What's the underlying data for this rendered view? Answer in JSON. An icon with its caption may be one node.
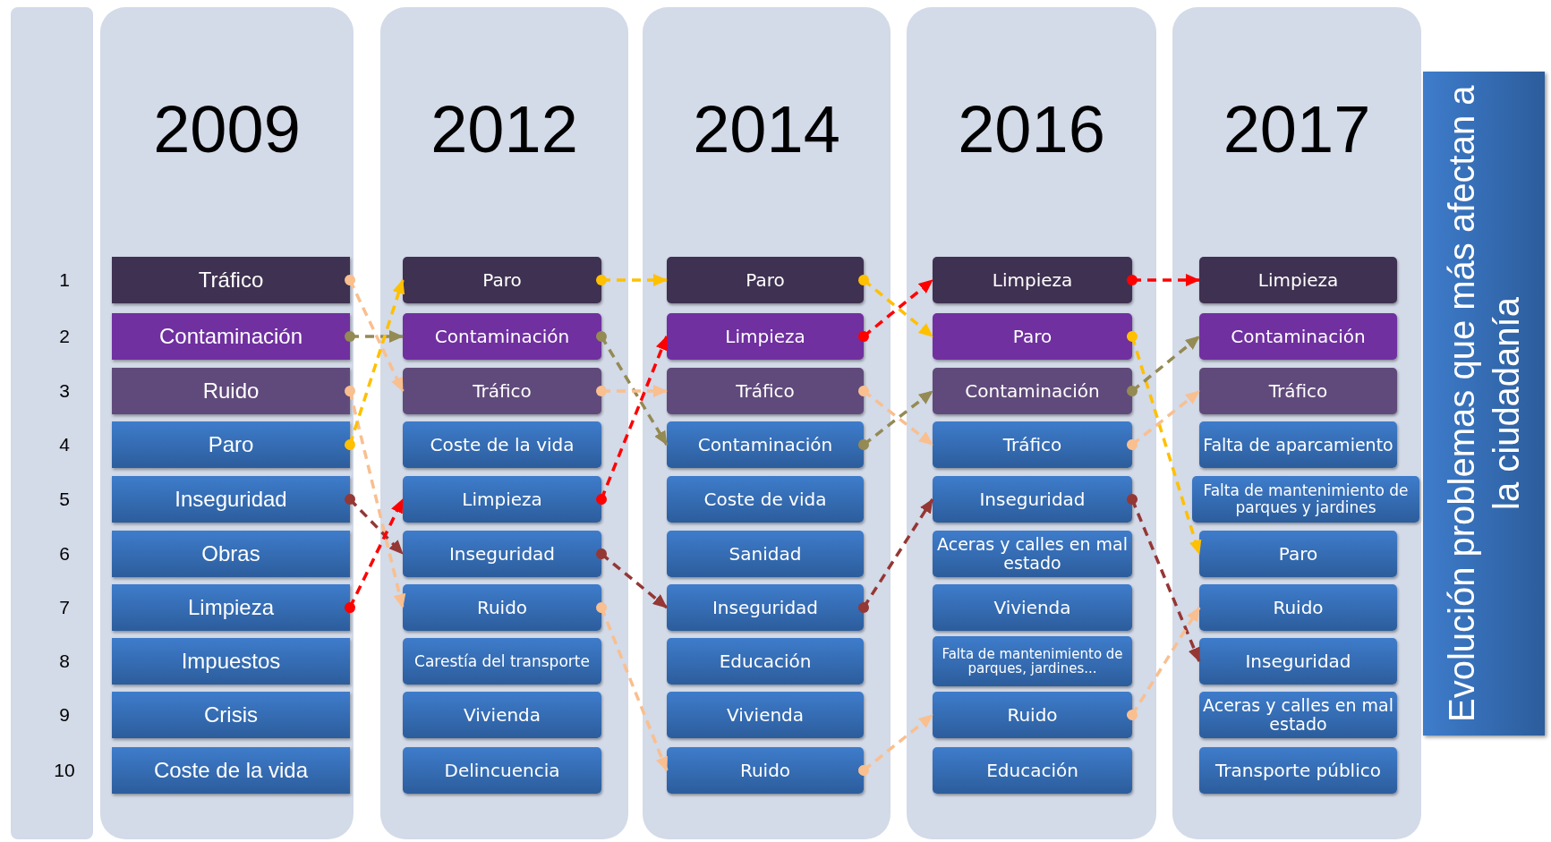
{
  "diagram": {
    "title": "Evolución problemas que más afectan a la ciudadanía",
    "nodes": [
      {
        "text": [
          "2009"
        ]
      },
      {
        "text": [
          "Tráfico"
        ],
        "in": 0
      },
      {
        "text": [
          "Contaminación"
        ],
        "in": 0
      },
      {
        "text": [
          "Ruido"
        ],
        "in": 0
      },
      {
        "text": [
          "Paro"
        ],
        "in": 0
      },
      {
        "text": [
          "Inseguridad"
        ],
        "in": 0
      },
      {
        "text": [
          "Obras"
        ],
        "in": 0
      },
      {
        "text": [
          "Limpieza"
        ],
        "in": 0
      },
      {
        "text": [
          "Impuestos"
        ],
        "in": 0
      },
      {
        "text": [
          "Crisis"
        ],
        "in": 0
      },
      {
        "text": [
          "Coste de la vida"
        ],
        "in": 0
      },
      {
        "text": [
          "2012"
        ]
      },
      {
        "text": [
          "Paro"
        ],
        "in": 11
      },
      {
        "text": [
          "Contaminación"
        ],
        "in": 11
      },
      {
        "text": [
          "Tráfico"
        ],
        "in": 11
      },
      {
        "text": [
          "Coste de la vida"
        ],
        "in": 11
      },
      {
        "text": [
          "Limpieza"
        ],
        "in": 11
      },
      {
        "text": [
          "Inseguridad"
        ],
        "in": 11
      },
      {
        "text": [
          "Ruido"
        ],
        "in": 11
      },
      {
        "text": [
          "Carestía del transporte"
        ],
        "in": 11
      },
      {
        "text": [
          "Vivienda"
        ],
        "in": 11
      },
      {
        "text": [
          "Delincuencia"
        ],
        "in": 11
      },
      {
        "text": [
          "2014"
        ]
      },
      {
        "text": [
          "Paro"
        ],
        "in": 22
      },
      {
        "text": [
          "Limpieza"
        ],
        "in": 22
      },
      {
        "text": [
          "Tráfico"
        ],
        "in": 22
      },
      {
        "text": [
          "Contaminación"
        ],
        "in": 22
      },
      {
        "text": [
          "Coste de vida"
        ],
        "in": 22
      },
      {
        "text": [
          "Sanidad"
        ],
        "in": 22
      },
      {
        "text": [
          "Inseguridad"
        ],
        "in": 22
      },
      {
        "text": [
          "Educación"
        ],
        "in": 22
      },
      {
        "text": [
          "Vivienda"
        ],
        "in": 22
      },
      {
        "text": [
          "Ruido"
        ],
        "in": 22
      },
      {
        "text": [
          "2016"
        ]
      },
      {
        "text": [
          "Limpieza"
        ],
        "in": 33
      },
      {
        "text": [
          "Paro"
        ],
        "in": 33
      },
      {
        "text": [
          "Contaminación"
        ],
        "in": 33
      },
      {
        "text": [
          "Tráfico"
        ],
        "in": 33
      },
      {
        "text": [
          "Inseguridad"
        ],
        "in": 33
      },
      {
        "text": [
          "Aceras y calles en mal estado"
        ],
        "in": 33
      },
      {
        "text": [
          "Vivienda"
        ],
        "in": 33
      },
      {
        "text": [
          "Falta de mantenimiento de parques, jardines..."
        ],
        "in": 33
      },
      {
        "text": [
          "Ruido"
        ],
        "in": 33
      },
      {
        "text": [
          "Educación"
        ],
        "in": 33
      },
      {
        "text": [
          "2017"
        ]
      },
      {
        "text": [
          "Limpieza"
        ],
        "in": 44
      },
      {
        "text": [
          "Contaminación"
        ],
        "in": 44
      },
      {
        "text": [
          "Tráfico"
        ],
        "in": 44
      },
      {
        "text": [
          "Falta de aparcamiento"
        ],
        "in": 44
      },
      {
        "text": [
          "Falta de mantenimiento de parques y jardines"
        ],
        "in": 44
      },
      {
        "text": [
          "Paro"
        ],
        "in": 44
      },
      {
        "text": [
          "Ruido"
        ],
        "in": 44
      },
      {
        "text": [
          "Inseguridad"
        ],
        "in": 44
      },
      {
        "text": [
          "Aceras y calles en mal estado"
        ],
        "in": 44
      },
      {
        "text": [
          "Transporte público"
        ],
        "in": 44
      }
    ],
    "edges": [
      {
        "from": 1,
        "to": 14,
        "arrow": "to",
        "style": "dashed",
        "color": "#f9bf8f"
      },
      {
        "from": 2,
        "to": 13,
        "arrow": "to",
        "style": "dashed",
        "color": "#948a54"
      },
      {
        "from": 3,
        "to": 18,
        "arrow": "to",
        "style": "dashed",
        "color": "#f9bf8f"
      },
      {
        "from": 4,
        "to": 12,
        "arrow": "to",
        "style": "dashed",
        "color": "#ffc000"
      },
      {
        "from": 5,
        "to": 17,
        "arrow": "to",
        "style": "dashed",
        "color": "#953735"
      },
      {
        "from": 7,
        "to": 16,
        "arrow": "to",
        "style": "dashed",
        "color": "#ff0000"
      },
      {
        "from": 12,
        "to": 23,
        "arrow": "to",
        "style": "dashed",
        "color": "#ffc000"
      },
      {
        "from": 13,
        "to": 26,
        "arrow": "to",
        "style": "dashed",
        "color": "#948a54"
      },
      {
        "from": 14,
        "to": 25,
        "arrow": "to",
        "style": "dashed",
        "color": "#f9bf8f"
      },
      {
        "from": 16,
        "to": 24,
        "arrow": "to",
        "style": "dashed",
        "color": "#ff0000"
      },
      {
        "from": 17,
        "to": 29,
        "arrow": "to",
        "style": "dashed",
        "color": "#953735"
      },
      {
        "from": 18,
        "to": 32,
        "arrow": "to",
        "style": "dashed",
        "color": "#f9bf8f"
      },
      {
        "from": 23,
        "to": 35,
        "arrow": "to",
        "style": "dashed",
        "color": "#ffc000"
      },
      {
        "from": 24,
        "to": 34,
        "arrow": "to",
        "style": "dashed",
        "color": "#ff0000"
      },
      {
        "from": 25,
        "to": 37,
        "arrow": "to",
        "style": "dashed",
        "color": "#f9bf8f"
      },
      {
        "from": 26,
        "to": 36,
        "arrow": "to",
        "style": "dashed",
        "color": "#948a54"
      },
      {
        "from": 29,
        "to": 38,
        "arrow": "to",
        "style": "dashed",
        "color": "#953735"
      },
      {
        "from": 32,
        "to": 42,
        "arrow": "to",
        "style": "dashed",
        "color": "#f9bf8f"
      },
      {
        "from": 34,
        "to": 45,
        "arrow": "to",
        "style": "dashed",
        "color": "#ff0000"
      },
      {
        "from": 35,
        "to": 50,
        "arrow": "to",
        "style": "dashed",
        "color": "#ffc000"
      },
      {
        "from": 36,
        "to": 46,
        "arrow": "to",
        "style": "dashed",
        "color": "#948a54"
      },
      {
        "from": 37,
        "to": 47,
        "arrow": "to",
        "style": "dashed",
        "color": "#f9bf8f"
      },
      {
        "from": 38,
        "to": 52,
        "arrow": "to",
        "style": "dashed",
        "color": "#953735"
      },
      {
        "from": 42,
        "to": 51,
        "arrow": "to",
        "style": "dashed",
        "color": "#f9bf8f"
      }
    ],
    "labels": [
      "1",
      "2",
      "3",
      "4",
      "5",
      "6",
      "7",
      "8",
      "9",
      "10"
    ]
  }
}
